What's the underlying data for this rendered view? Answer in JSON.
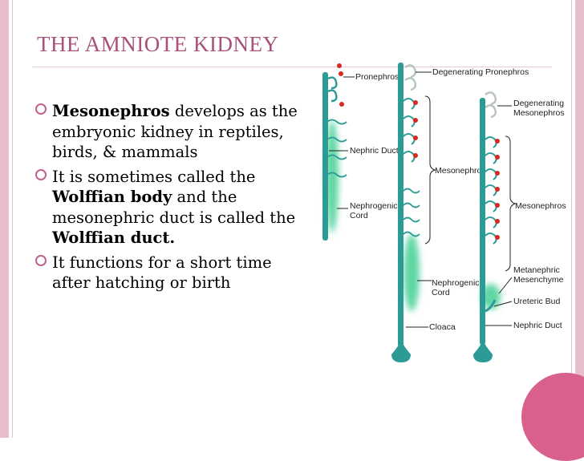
{
  "slide": {
    "title": "THE AMNIOTE KIDNEY",
    "bullets": [
      {
        "bold": "Mesonephros",
        "rest": " develops as the embryonic kidney in reptiles, birds, & mammals"
      },
      {
        "pre": "It is sometimes called the ",
        "bold1": "Wolffian body",
        "mid": "  and the mesonephric duct is called the ",
        "bold2": "Wolffian duct."
      },
      {
        "text": "It functions for a short time after hatching or birth"
      }
    ]
  },
  "diagram": {
    "labels": {
      "pronephros": "Pronephros",
      "degenerating_pronephros": "Degenerating Pronephros",
      "degenerating": "Degenerating",
      "mesonephros_word": "Mesonephros",
      "nephric_duct": "Nephric Duct",
      "mesonephros_mid": "Mesonephros",
      "mesonephros_right": "Mesonephros",
      "nephrogenic": "Nephrogenic",
      "cord": "Cord",
      "nephrogenic_mid": "Nephrogenic",
      "cord_mid": "Cord",
      "metanephric": "Metanephric",
      "mesenchyme": "Mesenchyme",
      "ureteric_bud": "Ureteric Bud",
      "cloaca": "Cloaca",
      "nephric_duct_right": "Nephric Duct"
    },
    "colors": {
      "duct": "#2d9b95",
      "tissue": "#5fd6a4",
      "tubule": "#d8281f",
      "degenerate": "#b8c4c4"
    }
  }
}
